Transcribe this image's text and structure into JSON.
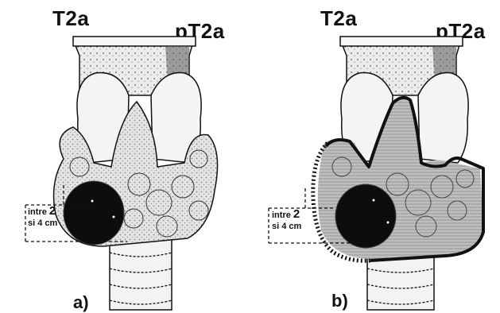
{
  "panel_a": {
    "left_label": "T2a",
    "right_label": "pT2a",
    "measure_line1_prefix": "intre",
    "measure_line1_number": "2",
    "measure_line2_prefix": "si",
    "measure_line2_number": "4 cm",
    "caption": "a)"
  },
  "panel_b": {
    "left_label": "T2a",
    "right_label": "pT2a",
    "measure_line1_prefix": "intre",
    "measure_line1_number": "2",
    "measure_line2_prefix": "si",
    "measure_line2_number": "4 cm",
    "caption": "b)"
  },
  "colors": {
    "ink": "#111111",
    "gland_fill": "#d9d9d9",
    "shaded_region": "#bdbdbd",
    "tumor": "#0d0d0d"
  }
}
